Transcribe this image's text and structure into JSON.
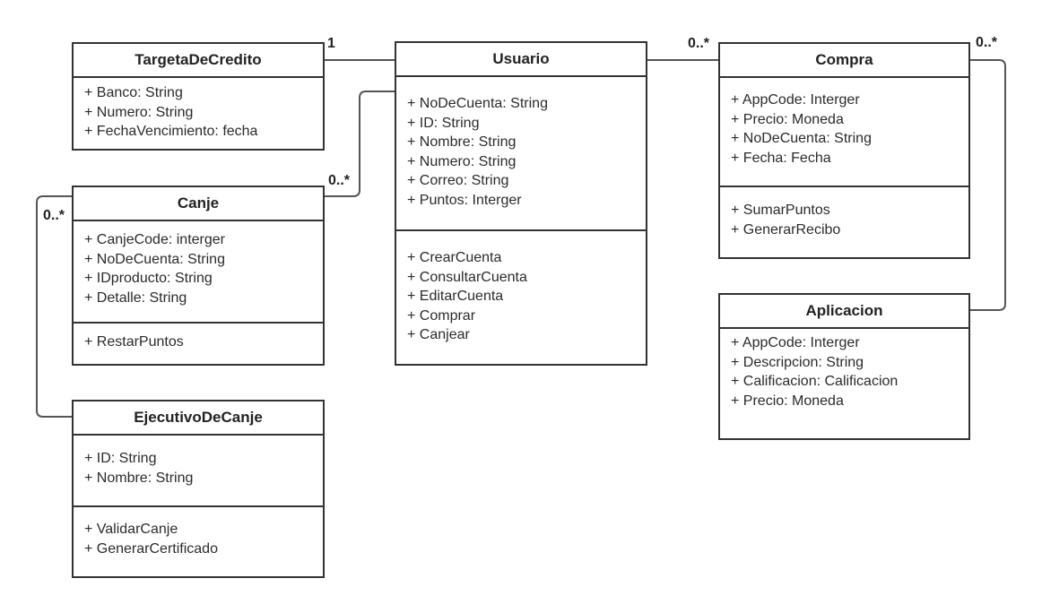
{
  "classes": {
    "targeta": {
      "name": "TargetaDeCredito",
      "attributes": [
        "+ Banco: String",
        "+ Numero: String",
        "+ FechaVencimiento: fecha"
      ],
      "methods": []
    },
    "usuario": {
      "name": "Usuario",
      "attributes": [
        "+ NoDeCuenta: String",
        "+ ID: String",
        "+ Nombre: String",
        "+ Numero: String",
        "+ Correo: String",
        "+ Puntos: Interger"
      ],
      "methods": [
        "+ CrearCuenta",
        "+ ConsultarCuenta",
        "+ EditarCuenta",
        "+ Comprar",
        "+ Canjear"
      ]
    },
    "compra": {
      "name": "Compra",
      "attributes": [
        "+ AppCode: Interger",
        "+ Precio: Moneda",
        "+ NoDeCuenta: String",
        "+ Fecha: Fecha"
      ],
      "methods": [
        "+ SumarPuntos",
        "+ GenerarRecibo"
      ]
    },
    "canje": {
      "name": "Canje",
      "attributes": [
        "+ CanjeCode: interger",
        "+ NoDeCuenta: String",
        "+ IDproducto: String",
        "+ Detalle: String"
      ],
      "methods": [
        "+ RestarPuntos"
      ]
    },
    "aplicacion": {
      "name": "Aplicacion",
      "attributes": [
        "+ AppCode: Interger",
        "+ Descripcion: String",
        "+ Calificacion: Calificacion",
        "+ Precio: Moneda"
      ],
      "methods": []
    },
    "ejecutivo": {
      "name": "EjecutivoDeCanje",
      "attributes": [
        "+ ID: String",
        "+ Nombre: String"
      ],
      "methods": [
        "+ ValidarCanje",
        "+ GenerarCertificado"
      ]
    }
  },
  "multiplicities": {
    "targeta_usuario": "1",
    "usuario_compra": "0..*",
    "compra_aplicacion": "0..*",
    "canje_usuario": "0..*",
    "canje_ejecutivo": "0..*"
  },
  "colors": {
    "border": "#333333",
    "connector": "#555555",
    "text": "#2b2b2b"
  }
}
